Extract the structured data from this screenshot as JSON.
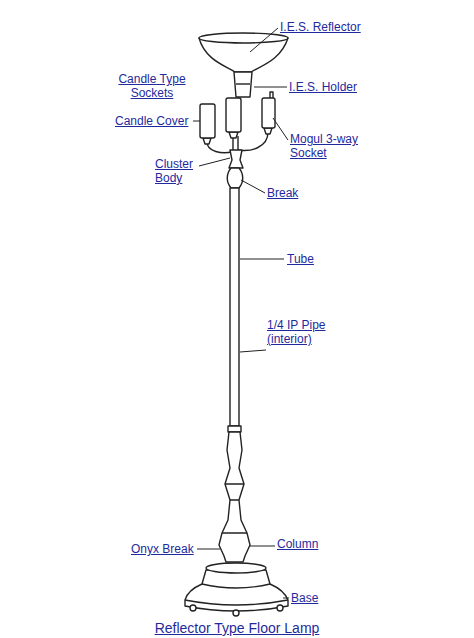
{
  "diagram": {
    "caption": "Reflector Type Floor Lamp",
    "labels": [
      "I.E.S. Reflector",
      "Candle Type Sockets",
      "I.E.S. Holder",
      "Candle Cover",
      "Mogul 3-way Socket",
      "Cluster Body",
      "Break",
      "Tube",
      "1/4 IP Pipe (interior)",
      "Onyx Break",
      "Column",
      "Base"
    ]
  }
}
